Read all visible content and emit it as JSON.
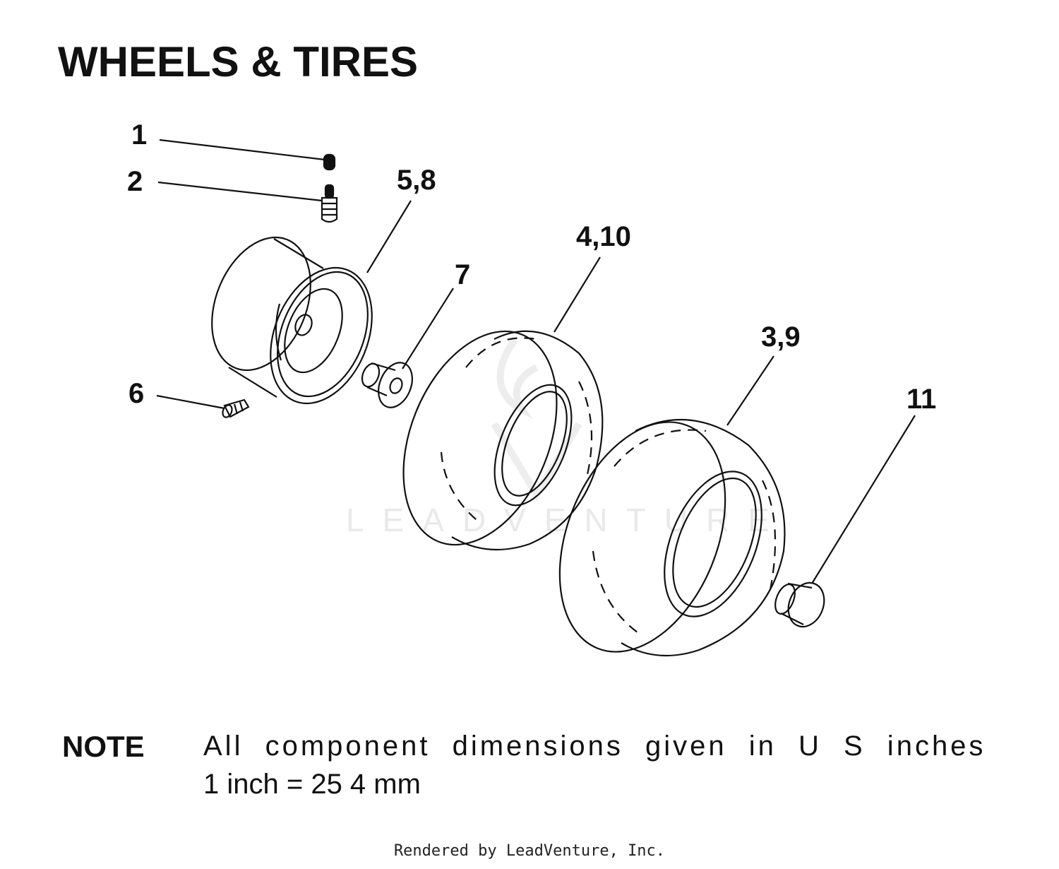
{
  "title": "WHEELS & TIRES",
  "callouts": [
    "1",
    "2",
    "5,8",
    "4,10",
    "7",
    "3,9",
    "11",
    "6"
  ],
  "watermark": "LEADVENTURE",
  "note": {
    "label": "NOTE",
    "line1": "All component dimensions given in U S  inches",
    "line2": "1 inch = 25 4 mm"
  },
  "footer": "Rendered by LeadVenture, Inc."
}
